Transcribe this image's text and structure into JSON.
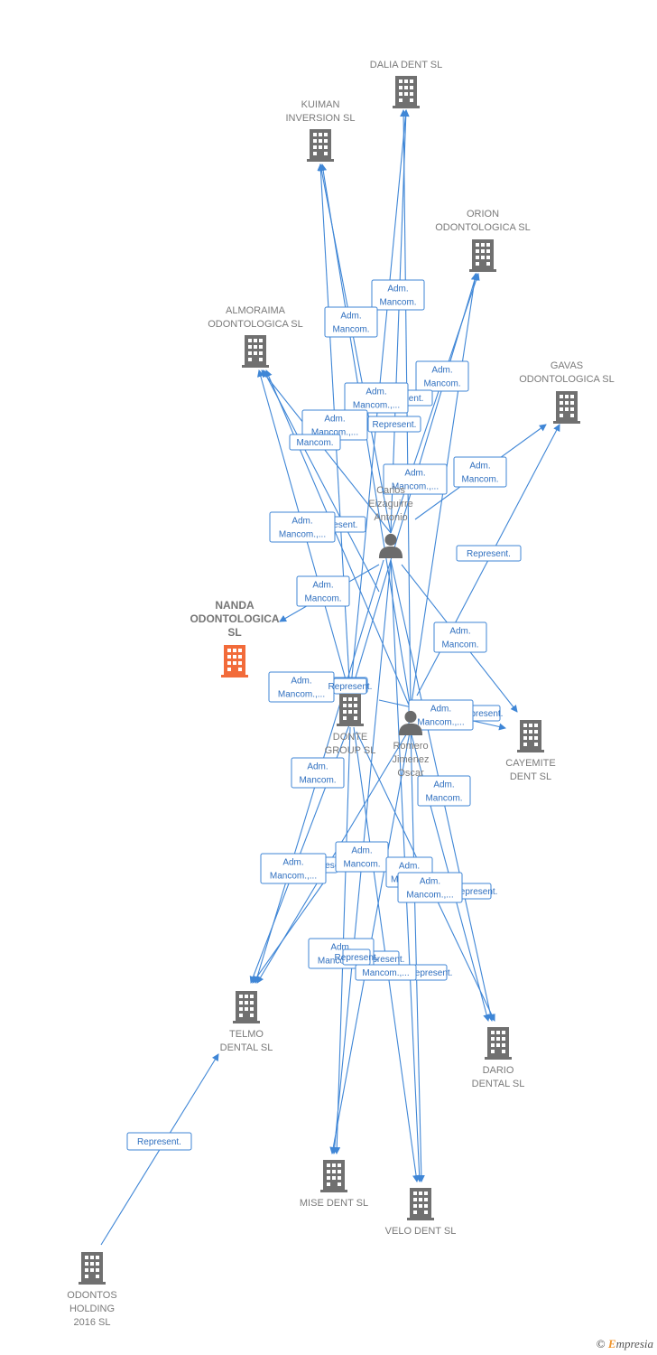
{
  "colors": {
    "edge": "#3f86d6",
    "company": "#707070",
    "focus": "#f26b3a",
    "person": "#6b6b6b"
  },
  "nodes": [
    {
      "id": "dalia",
      "type": "company",
      "lines": [
        "DALIA DENT SL"
      ]
    },
    {
      "id": "kuiman",
      "type": "company",
      "lines": [
        "KUIMAN",
        "INVERSION SL"
      ]
    },
    {
      "id": "orion",
      "type": "company",
      "lines": [
        "ORION",
        "ODONTOLOGICA SL"
      ]
    },
    {
      "id": "almoraima",
      "type": "company",
      "lines": [
        "ALMORAIMA",
        "ODONTOLOGICA SL"
      ]
    },
    {
      "id": "gavas",
      "type": "company",
      "lines": [
        "GAVAS",
        "ODONTOLOGICA SL"
      ]
    },
    {
      "id": "carlos",
      "type": "person",
      "lines": [
        "Carlos",
        "Eizaguirre",
        "Antonio"
      ]
    },
    {
      "id": "nanda",
      "type": "focus",
      "lines": [
        "NANDA",
        "ODONTOLOGICA",
        "SL"
      ]
    },
    {
      "id": "donte",
      "type": "company",
      "lines": [
        "DONTE",
        "GROUP  SL"
      ]
    },
    {
      "id": "romero",
      "type": "person",
      "lines": [
        "Romero",
        "Jimenez",
        "Oscar"
      ]
    },
    {
      "id": "cayemite",
      "type": "company",
      "lines": [
        "CAYEMITE",
        "DENT SL"
      ]
    },
    {
      "id": "telmo",
      "type": "company",
      "lines": [
        "TELMO",
        "DENTAL SL"
      ]
    },
    {
      "id": "dario",
      "type": "company",
      "lines": [
        "DARIO",
        "DENTAL SL"
      ]
    },
    {
      "id": "mise",
      "type": "company",
      "lines": [
        "MISE DENT SL"
      ]
    },
    {
      "id": "velo",
      "type": "company",
      "lines": [
        "VELO DENT SL"
      ]
    },
    {
      "id": "odontos",
      "type": "company",
      "lines": [
        "ODONTOS",
        "HOLDING",
        "2016  SL"
      ]
    }
  ],
  "edge_labels": [
    {
      "id": "l1",
      "lines": [
        "Adm.",
        "Mancom."
      ]
    },
    {
      "id": "l2",
      "lines": [
        "Adm.",
        "Mancom."
      ]
    },
    {
      "id": "l3",
      "lines": [
        "Adm.",
        "Mancom."
      ]
    },
    {
      "id": "l4",
      "lines": [
        "Represent."
      ]
    },
    {
      "id": "l5",
      "lines": [
        "Adm.",
        "Mancom.,..."
      ]
    },
    {
      "id": "l6",
      "lines": [
        "Represent."
      ]
    },
    {
      "id": "l7",
      "lines": [
        "Adm.",
        "Mancom.,..."
      ]
    },
    {
      "id": "l8",
      "lines": [
        "Mancom."
      ]
    },
    {
      "id": "l9",
      "lines": [
        "Adm.",
        "Mancom."
      ]
    },
    {
      "id": "l10",
      "lines": [
        "Represent."
      ]
    },
    {
      "id": "l11",
      "lines": [
        "Adm.",
        "Mancom.,..."
      ]
    },
    {
      "id": "l12",
      "lines": [
        "Represent."
      ]
    },
    {
      "id": "l13",
      "lines": [
        "Adm.",
        "Mancom.,..."
      ]
    },
    {
      "id": "l14",
      "lines": [
        "Represent."
      ]
    },
    {
      "id": "l15",
      "lines": [
        "Adm.",
        "Mancom."
      ]
    },
    {
      "id": "l16",
      "lines": [
        "Adm.",
        "Mancom."
      ]
    },
    {
      "id": "l17",
      "lines": [
        "Represent."
      ]
    },
    {
      "id": "l18",
      "lines": [
        "Adm.",
        "Mancom.,..."
      ]
    },
    {
      "id": "l19",
      "lines": [
        "Represent."
      ]
    },
    {
      "id": "l20",
      "lines": [
        "Adm.",
        "Mancom.,..."
      ]
    },
    {
      "id": "l21",
      "lines": [
        "Adm.",
        "Mancom."
      ]
    },
    {
      "id": "l22",
      "lines": [
        "Adm.",
        "Mancom."
      ]
    },
    {
      "id": "l23",
      "lines": [
        "Represent."
      ]
    },
    {
      "id": "l24",
      "lines": [
        "Adm.",
        "Mancom.,..."
      ]
    },
    {
      "id": "l25",
      "lines": [
        "Adm.",
        "Mancom."
      ]
    },
    {
      "id": "l26",
      "lines": [
        "Adm.",
        "Mancom."
      ]
    },
    {
      "id": "l27",
      "lines": [
        "Represent."
      ]
    },
    {
      "id": "l28",
      "lines": [
        "Adm.",
        "Mancom.,..."
      ]
    },
    {
      "id": "l29",
      "lines": [
        "Represent."
      ]
    },
    {
      "id": "l30",
      "lines": [
        "Represent."
      ]
    },
    {
      "id": "l31",
      "lines": [
        "Adm.",
        "Mancom.,..."
      ]
    },
    {
      "id": "l32",
      "lines": [
        "Mancom.,..."
      ]
    },
    {
      "id": "l33",
      "lines": [
        "Represent."
      ]
    },
    {
      "id": "l34",
      "lines": [
        "Represent."
      ]
    }
  ],
  "footer": {
    "copyright": "©",
    "brand_initial": "E",
    "brand_rest": "mpresia"
  }
}
